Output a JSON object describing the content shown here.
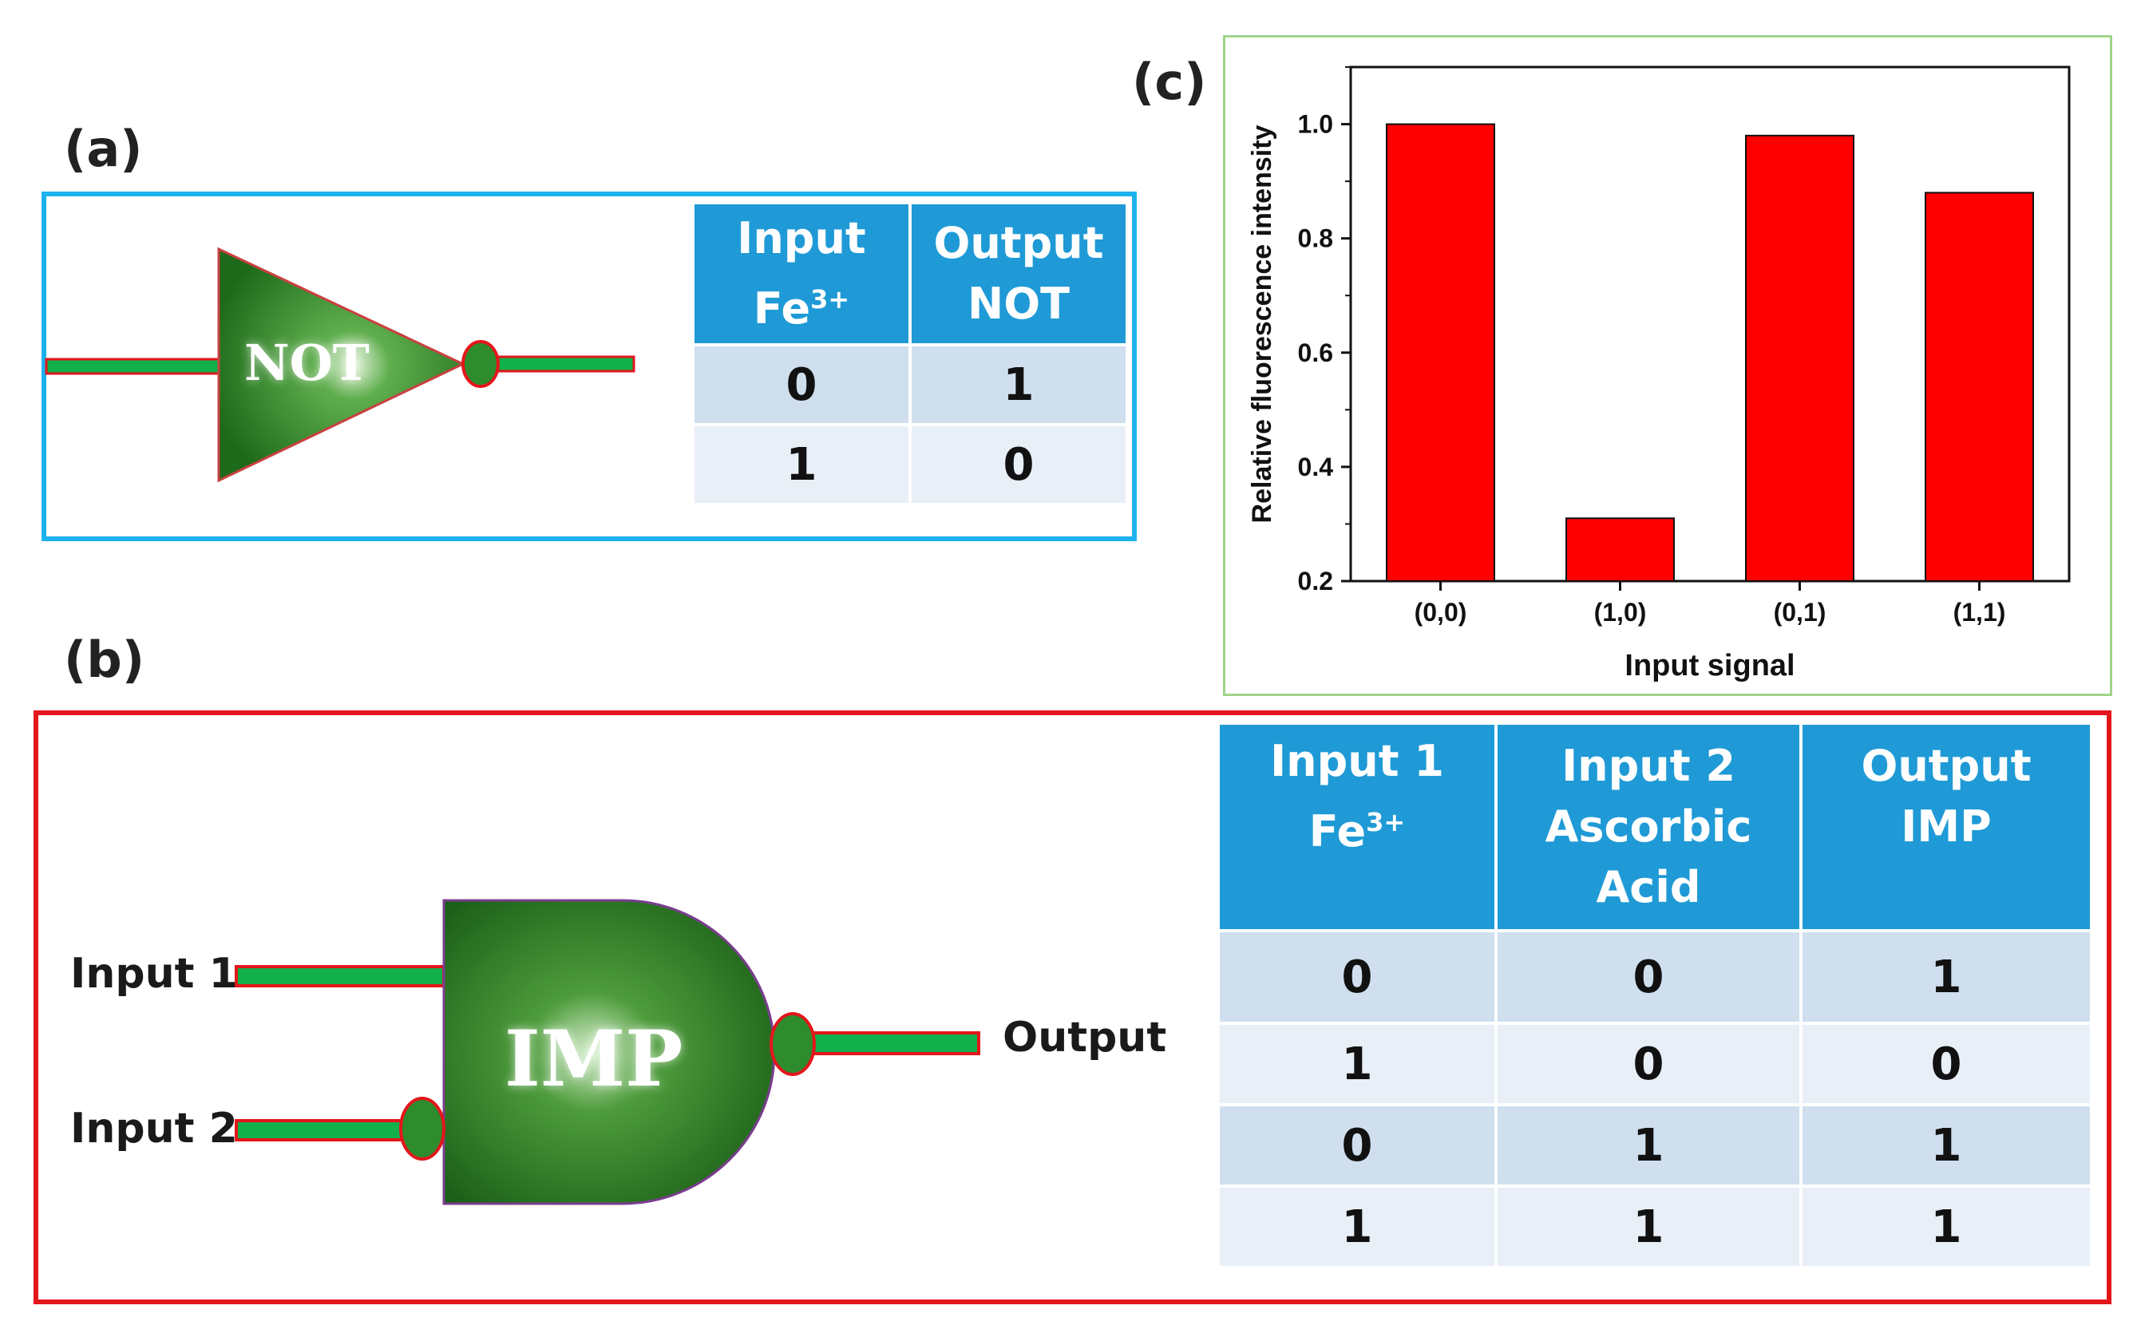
{
  "panels": {
    "a": {
      "label": "(a)"
    },
    "b": {
      "label": "(b)"
    },
    "c": {
      "label": "(c)"
    }
  },
  "not_gate": {
    "name": "NOT",
    "table": {
      "headers": [
        [
          "Input",
          "Fe",
          "3+"
        ],
        [
          "Output",
          "NOT"
        ]
      ],
      "rows": [
        [
          "0",
          "1"
        ],
        [
          "1",
          "0"
        ]
      ]
    }
  },
  "imp_gate": {
    "name": "IMP",
    "input1_label": "Input 1",
    "input2_label": "Input 2",
    "output_label": "Output",
    "table": {
      "headers": [
        [
          "Input 1",
          "Fe",
          "3+"
        ],
        [
          "Input 2",
          "Ascorbic",
          "Acid"
        ],
        [
          "Output",
          "IMP"
        ]
      ],
      "rows": [
        [
          "0",
          "0",
          "1"
        ],
        [
          "1",
          "0",
          "0"
        ],
        [
          "0",
          "1",
          "1"
        ],
        [
          "1",
          "1",
          "1"
        ]
      ]
    }
  },
  "colors": {
    "panel_a_border": "#1cb2ee",
    "panel_b_border": "#e3161b",
    "panel_c_border": "#9fd48a",
    "gate_green": "#2e8b2e",
    "wire_green": "#12b04a",
    "wire_outline": "#e3161b",
    "bar_red": "#ff0000",
    "table_header": "#1f9ad6"
  },
  "chart_data": {
    "type": "bar",
    "categories": [
      "(0,0)",
      "(1,0)",
      "(0,1)",
      "(1,1)"
    ],
    "values": [
      1.0,
      0.31,
      0.98,
      0.88
    ],
    "xlabel": "Input signal",
    "ylabel": "Relative fluorescence intensity",
    "ylim": [
      0.2,
      1.1
    ],
    "yticks": [
      "0.2",
      "0.4",
      "0.6",
      "0.8",
      "1.0"
    ],
    "grid": false
  }
}
